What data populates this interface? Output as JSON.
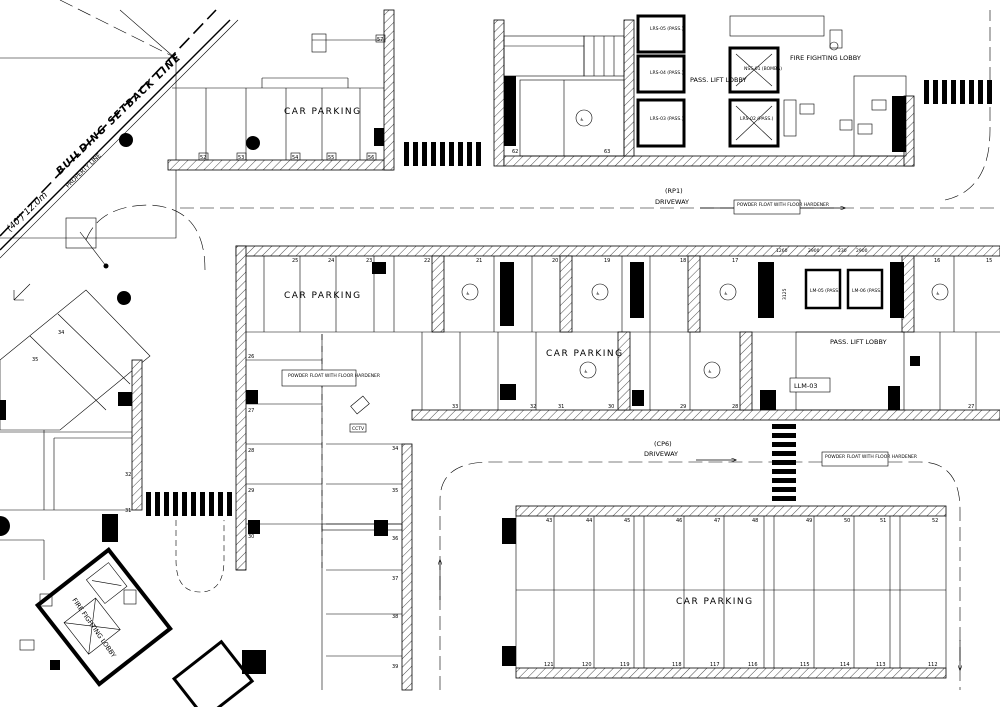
{
  "labels": {
    "car_parking": "CAR PARKING",
    "pass_lift_lobby": "PASS. LIFT LOBBY",
    "fire_fighting_lobby": "FIRE FIGHTING LOBBY",
    "ff_lobby_left": "FIRE FIGHTING LOBBY",
    "driveway": "DRIVEWAY",
    "rp1": "(RP1)",
    "cp6": "(CP6)",
    "powder_float": "POWDER FLOAT WITH FLOOR HARDENER",
    "llm_03": "LLM-03",
    "cctv": "CCTV",
    "setback": "BUILDING SETBACK LINE",
    "setback_dim": "(40') 12.0m",
    "property_line": "PROPERTY LINE",
    "lift_lrs05": "LRS-05 (PASS.)",
    "lift_lrs04": "LRS-04 (PASS.)",
    "lift_lrs03": "LRS-03 (PASS.)",
    "lift_lrs02": "LRS-02 (PASS.)",
    "lift_nss01": "NSS-01 (BOMBA)",
    "lift_lm05": "LM-05 (PASS.)",
    "lift_lm06": "LM-06 (PASS.)",
    "dim_1": "1260",
    "dim_2": "2900",
    "dim_3": "230",
    "dim_4": "2900",
    "dim_5": "3125"
  },
  "bay_numbers": {
    "top_row": [
      "52",
      "53",
      "54",
      "55",
      "56"
    ],
    "top_right": [
      "62",
      "63"
    ],
    "top_col": "57",
    "row2": [
      "25",
      "24",
      "23",
      "22",
      "21",
      "20",
      "19",
      "18",
      "17",
      "16",
      "15"
    ],
    "row3": [
      "33",
      "32",
      "31",
      "30",
      "29",
      "28",
      "27"
    ],
    "left_col": [
      "26",
      "27",
      "28",
      "29",
      "30"
    ],
    "mid_col": [
      "34",
      "35",
      "36",
      "37",
      "38",
      "39"
    ],
    "lower_top": [
      "43",
      "44",
      "45",
      "46",
      "47",
      "48",
      "49",
      "50",
      "51",
      "52"
    ],
    "lower_bottom": [
      "121",
      "120",
      "119",
      "118",
      "117",
      "116",
      "115",
      "114",
      "113",
      "112"
    ],
    "left_misc": [
      "34",
      "35",
      "32",
      "31"
    ]
  }
}
